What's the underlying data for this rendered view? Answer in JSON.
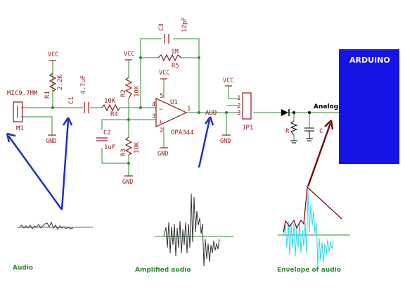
{
  "labels": {
    "vcc": "VCC",
    "gnd": "GND",
    "mic": "MIC9.7MM",
    "m1": "M1",
    "r1_val": "2.2K",
    "r1": "R1",
    "c1": "C1",
    "c1_val": "4.7uF",
    "r4_val": "10K",
    "r4": "R4",
    "r2": "R2",
    "r2_val": "10K",
    "c2": "C2",
    "c2_val": "1uF",
    "r3": "R3",
    "r3_val": "10K",
    "c3": "C3",
    "c3_val": "12pF",
    "r5_val": "1M",
    "r5": "R5",
    "u1": "U1",
    "opamp": "OPA344",
    "aud": "AUD",
    "jp1": "JP1",
    "pin1": "1",
    "pin2": "2",
    "pin3": "3",
    "r_env": "R",
    "c_env": "C",
    "analog": "Analog",
    "arduino": "ARDUINO",
    "pin4": "4",
    "pin3op": "3",
    "pin1op": "1",
    "pin2op": "2",
    "pin5op": "5"
  },
  "captions": {
    "audio": "Audio",
    "amplified": "Amplified audio",
    "envelope": "Envelope of audio"
  },
  "colors": {
    "component": "#8b1a1a",
    "wire": "#2e8b2e",
    "arrow_blue": "#1f2ecc",
    "arrow_red": "#7a1010",
    "arduino": "#1414e6",
    "waveform_dark": "#333333",
    "envelope_cyan": "#33d6e6"
  }
}
